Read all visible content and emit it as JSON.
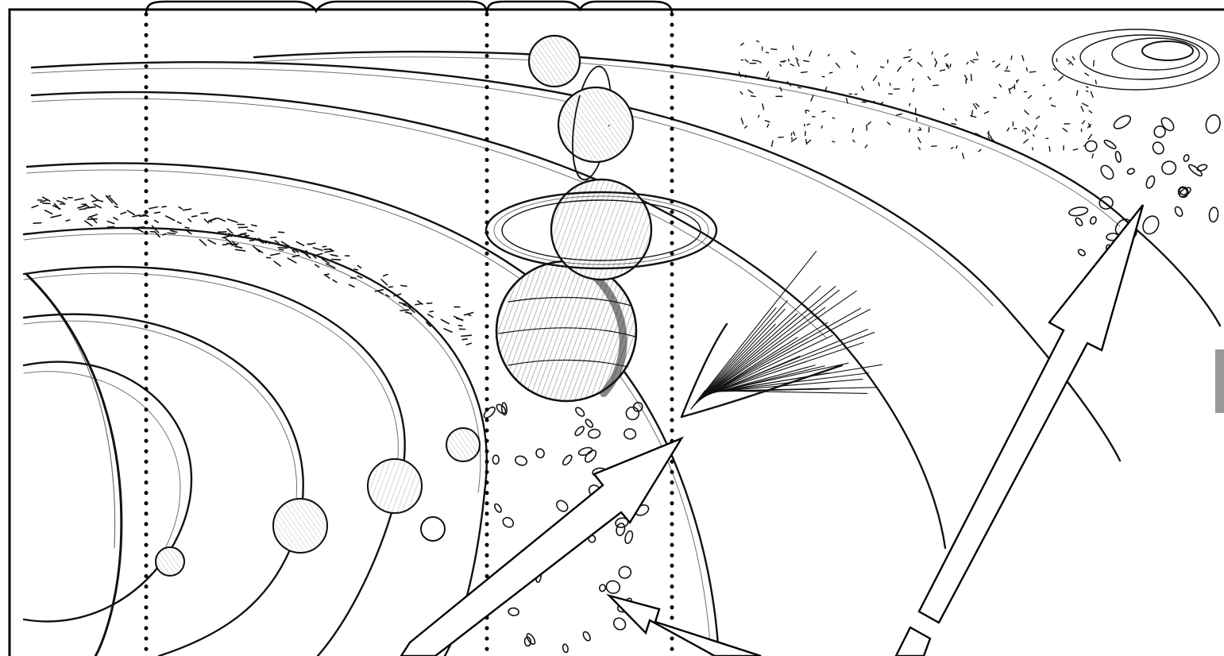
{
  "figure": {
    "subject": "solar-system-sketch",
    "stroke_color": "#111111",
    "background_color": "#ffffff",
    "frame_color": "#000000",
    "regions": [
      {
        "name": "inner-planets-region"
      },
      {
        "name": "outer-planets-region"
      }
    ],
    "callouts": [
      {
        "name": "asteroid-belt-callout"
      },
      {
        "name": "comet-callout"
      },
      {
        "name": "kuiper-belt-callout"
      }
    ]
  }
}
